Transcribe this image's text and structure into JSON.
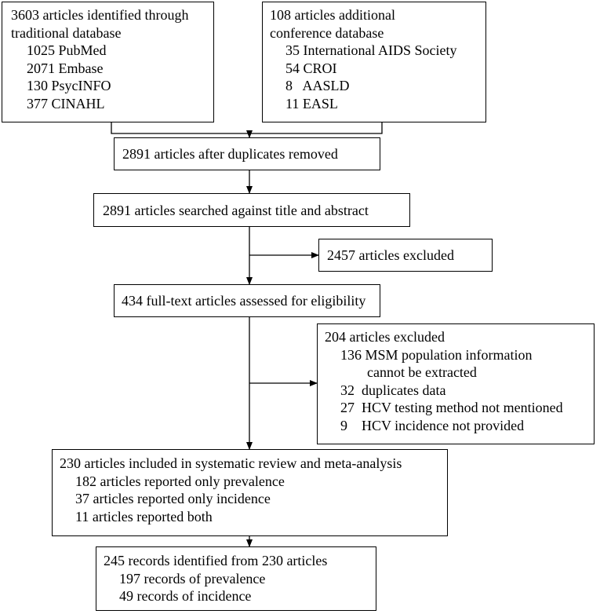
{
  "box_traditional": {
    "lines": [
      "3603 articles identified through",
      "traditional database",
      "1025 PubMed",
      "2071 Embase",
      "130 PsycINFO",
      "377 CINAHL"
    ]
  },
  "box_conference": {
    "lines": [
      "108 articles additional",
      "conference database",
      "35 International AIDS Society",
      "54 CROI",
      "8   AASLD",
      "11 EASL"
    ]
  },
  "box_duplicates_removed": {
    "text": "2891 articles after duplicates removed"
  },
  "box_title_abstract": {
    "text": "2891 articles searched against title and abstract"
  },
  "box_excluded_1": {
    "text": "2457 articles excluded"
  },
  "box_fulltext": {
    "text": "434 full-text articles assessed for eligibility"
  },
  "box_excluded_2": {
    "lines": [
      "204 articles excluded",
      "136 MSM population information",
      "cannot be extracted",
      "32  duplicates data",
      "27  HCV testing method not mentioned",
      "9    HCV incidence not provided"
    ]
  },
  "box_included": {
    "lines": [
      "230 articles included in systematic review and meta-analysis",
      "182 articles reported only prevalence",
      "37 articles reported only incidence",
      "11 articles reported both"
    ]
  },
  "box_records": {
    "lines": [
      "245 records identified from 230 articles",
      "197 records of prevalence",
      "49 records of incidence"
    ]
  }
}
